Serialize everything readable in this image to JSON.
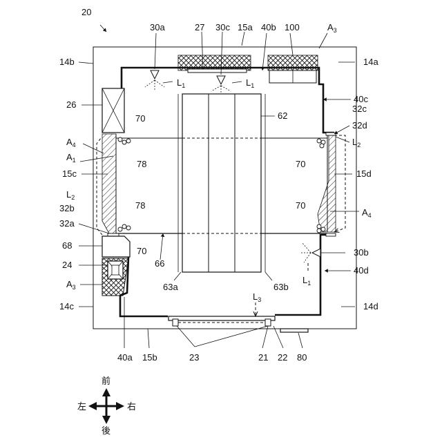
{
  "figure": {
    "ref_main": "20",
    "labels": {
      "l30a": "30a",
      "l27": "27",
      "l30c": "30c",
      "l15a": "15a",
      "l40b": "40b",
      "l100": "100",
      "lA3top": "A",
      "lA3top_sub": "3",
      "l14b": "14b",
      "l14a": "14a",
      "lL1a": "L",
      "lL1a_sub": "1",
      "lL1b": "L",
      "lL1b_sub": "1",
      "l40c": "40c",
      "l26": "26",
      "l62": "62",
      "l32c": "32c",
      "l70a": "70",
      "l32d": "32d",
      "lA4left": "A",
      "lA4left_sub": "4",
      "lL2right": "L",
      "lL2right_sub": "2",
      "lA1": "A",
      "lA1_sub": "1",
      "l78a": "78",
      "l70b": "70",
      "l15c": "15c",
      "l15d": "15d",
      "lL2left": "L",
      "lL2left_sub": "2",
      "l78b": "78",
      "l32b": "32b",
      "l70c": "70",
      "lA4right": "A",
      "lA4right_sub": "4",
      "l32a": "32a",
      "l70d": "70",
      "l68": "68",
      "l66": "66",
      "l30b": "30b",
      "l24": "24",
      "l40d": "40d",
      "lL1c": "L",
      "lL1c_sub": "1",
      "lA3left": "A",
      "lA3left_sub": "3",
      "l63a": "63a",
      "l63b": "63b",
      "lL3": "L",
      "lL3_sub": "3",
      "l14c": "14c",
      "l14d": "14d",
      "l40a": "40a",
      "l15b": "15b",
      "l23": "23",
      "l21": "21",
      "l22": "22",
      "l80": "80"
    },
    "compass": {
      "front": "前",
      "back": "後",
      "left": "左",
      "right": "右"
    }
  }
}
